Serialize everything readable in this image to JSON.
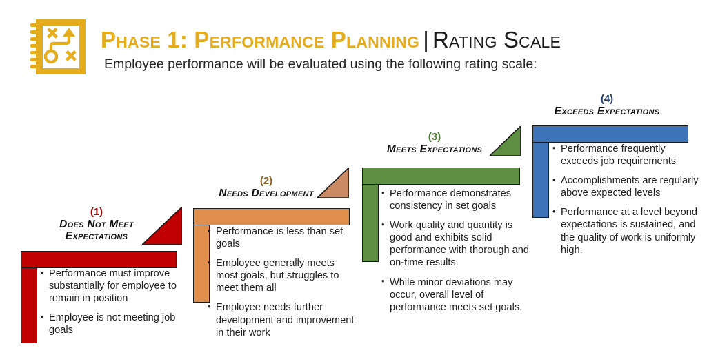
{
  "header": {
    "icon": "strategy-playbook-icon",
    "icon_color": "#e5ac1e",
    "title_phase": "Phase 1: Performance Planning",
    "title_divider": "|",
    "title_rating": "Rating Scale",
    "subtitle": "Employee performance will be evaluated using the following rating scale:"
  },
  "levels": [
    {
      "number": "(1)",
      "name": "Does Not Meet Expectations",
      "color": "#c00000",
      "number_color": "#a50d0d",
      "bullets": [
        "Performance must improve substantially for employee to remain in position",
        "Employee is not meeting job goals"
      ]
    },
    {
      "number": "(2)",
      "name": "Needs Development",
      "color": "#df8f4b",
      "number_color": "#8a6423",
      "bullets": [
        "Performance is less than set goals",
        "Employee generally meets most goals, but struggles to meet them all",
        "Employee needs further development and improvement in their work"
      ]
    },
    {
      "number": "(3)",
      "name": "Meets Expectations",
      "color": "#5f8f42",
      "number_color": "#4c7a33",
      "bullets": [
        "Performance demonstrates consistency in set goals",
        "Work quality and quantity is good and exhibits solid performance with thorough and on-time results.",
        "While minor deviations may occur, overall level of performance meets set goals."
      ]
    },
    {
      "number": "(4)",
      "name": "Exceeds Expectations",
      "color": "#3d74b8",
      "number_color": "#1f3f6e",
      "bullets": [
        "Performance frequently exceeds job requirements",
        "Accomplishments are regularly above expected levels",
        "Performance at a level beyond expectations is sustained, and the quality of work is uniformly high."
      ]
    }
  ]
}
